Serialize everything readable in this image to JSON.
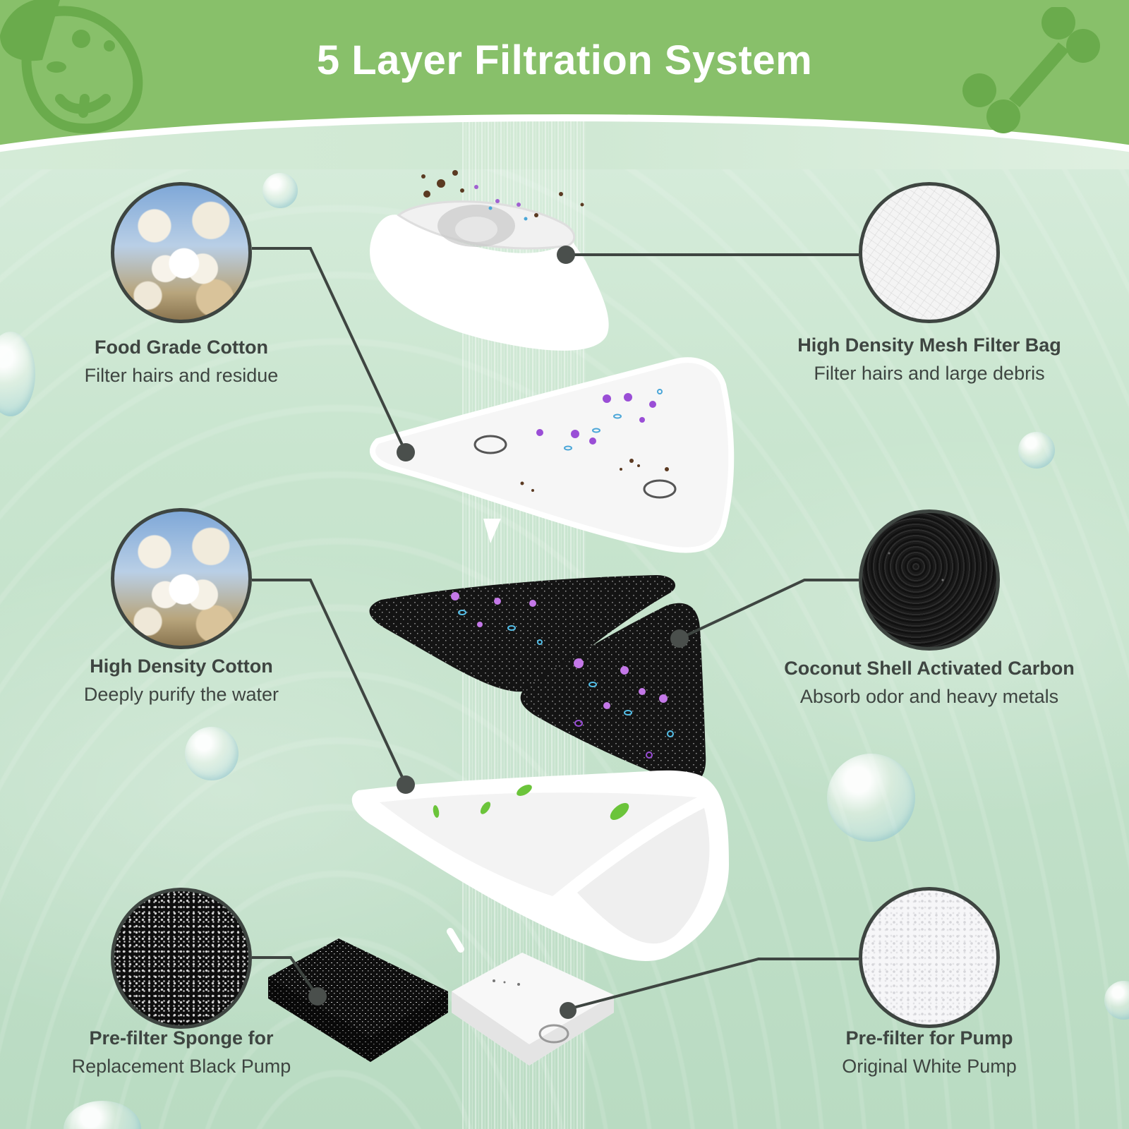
{
  "header": {
    "title": "5 Layer Filtration System",
    "background_color": "#88c06a",
    "decorations": [
      "dog-face-icon",
      "bone-icon"
    ]
  },
  "layers": [
    {
      "id": "food-grade-cotton",
      "title": "Food Grade Cotton",
      "description": "Filter hairs and residue",
      "thumbnail": "cotton-plant",
      "side": "left"
    },
    {
      "id": "mesh-filter-bag",
      "title": "High Density Mesh Filter Bag",
      "description": "Filter hairs and large debris",
      "thumbnail": "white-mesh",
      "side": "right"
    },
    {
      "id": "high-density-cotton",
      "title": "High Density Cotton",
      "description": "Deeply purify the water",
      "thumbnail": "cotton-plant",
      "side": "left"
    },
    {
      "id": "activated-carbon",
      "title": "Coconut Shell Activated Carbon",
      "description": "Absorb odor and heavy metals",
      "thumbnail": "black-carbon-granules",
      "side": "right"
    },
    {
      "id": "black-pump-sponge",
      "title": "Pre-filter Sponge for",
      "description": "Replacement Black Pump",
      "thumbnail": "black-sponge",
      "side": "left"
    },
    {
      "id": "white-pump-prefilter",
      "title": "Pre-filter for Pump",
      "description": "Original White Pump",
      "thumbnail": "white-foam",
      "side": "right"
    }
  ],
  "colors": {
    "text": "#3e4541",
    "connector": "#3e4541",
    "background": "#c8e3cf",
    "header_green": "#88c06a",
    "deco_green": "#6aab4c"
  }
}
